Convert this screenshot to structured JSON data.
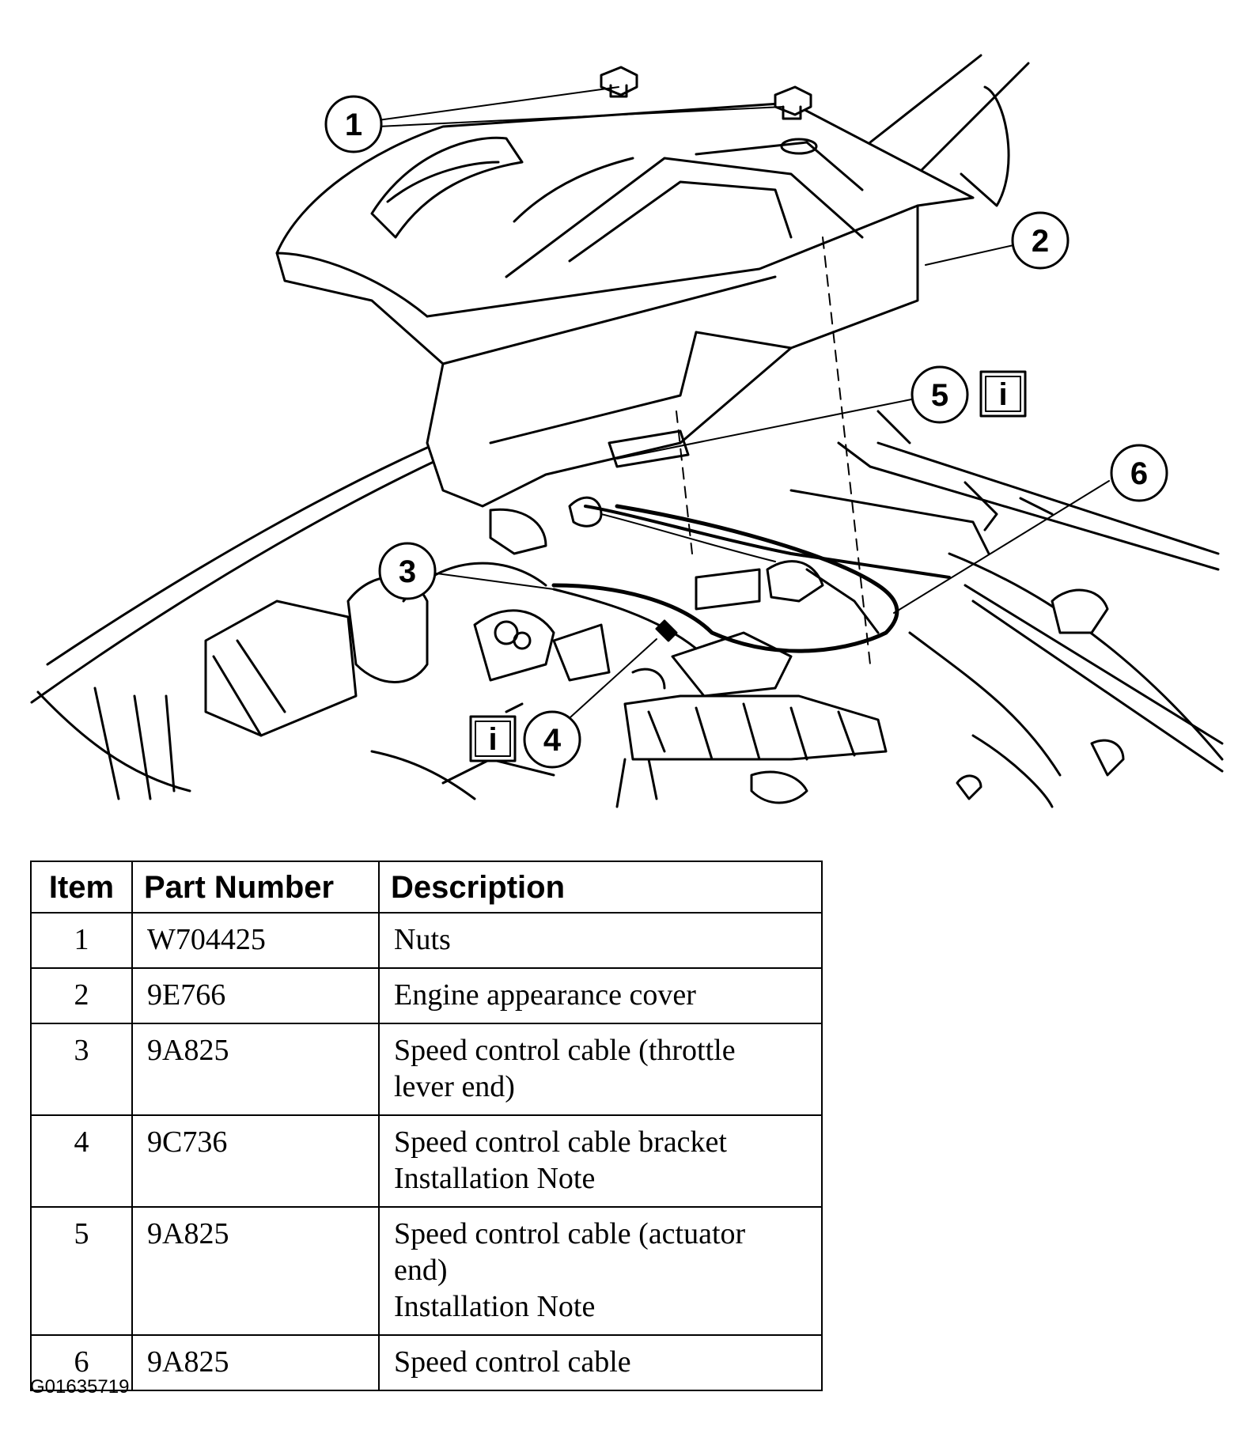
{
  "callouts": [
    "1",
    "2",
    "3",
    "4",
    "5",
    "6"
  ],
  "info_marker": "i",
  "table": {
    "headers": {
      "item": "Item",
      "part_number": "Part Number",
      "description": "Description"
    },
    "rows": [
      {
        "item": "1",
        "part_number": "W704425",
        "description": [
          "Nuts"
        ]
      },
      {
        "item": "2",
        "part_number": "9E766",
        "description": [
          "Engine appearance cover"
        ]
      },
      {
        "item": "3",
        "part_number": "9A825",
        "description": [
          "Speed control cable (throttle",
          "lever end)"
        ]
      },
      {
        "item": "4",
        "part_number": "9C736",
        "description": [
          "Speed control cable bracket",
          "Installation Note"
        ]
      },
      {
        "item": "5",
        "part_number": "9A825",
        "description": [
          "Speed control cable (actuator",
          "end)",
          "Installation Note"
        ]
      },
      {
        "item": "6",
        "part_number": "9A825",
        "description": [
          "Speed control cable"
        ]
      }
    ]
  },
  "figure_id": "G01635719"
}
